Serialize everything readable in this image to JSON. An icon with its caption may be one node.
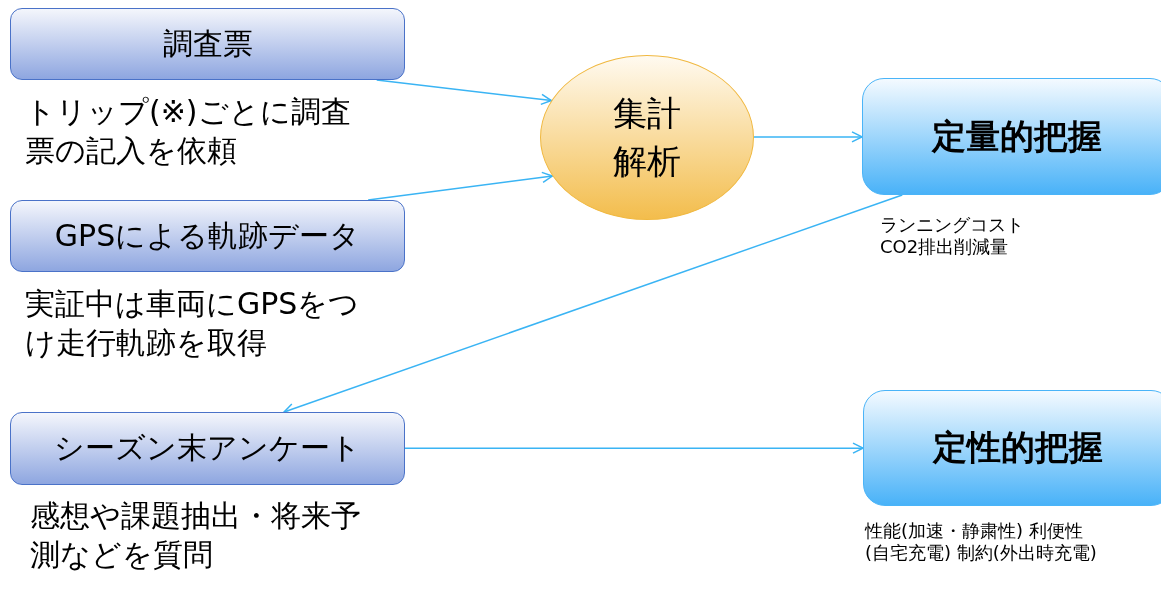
{
  "diagram": {
    "nodes": [
      {
        "text": [
          "調査票"
        ],
        "beside": [
          "トリップ(※)ごとに調査票の記入を依頼"
        ]
      },
      {
        "text": [
          "GPSによる軌跡データ"
        ],
        "beside": [
          "実証中は車両にGPSをつけ走行軌跡を取得"
        ]
      },
      {
        "text": [
          "シーズン末アンケート"
        ],
        "beside": [
          "感想や課題抽出・将来予測などを質問"
        ]
      },
      {
        "text": [
          "集計解析"
        ]
      },
      {
        "text": [
          "定量的把握"
        ],
        "beside": [
          "ランニングコスト CO2排出削減量"
        ]
      },
      {
        "text": [
          "定性的把握"
        ],
        "beside": [
          "性能(加速・静粛性) 利便性(自宅充電) 制約(外出時充電)"
        ]
      }
    ],
    "edges": [
      {
        "from": 0,
        "to": 3,
        "arrow": "to"
      },
      {
        "from": 1,
        "to": 3,
        "arrow": "to"
      },
      {
        "from": 3,
        "to": 4,
        "arrow": "to"
      },
      {
        "from": 4,
        "to": 2,
        "arrow": "to"
      },
      {
        "from": 2,
        "to": 5,
        "arrow": "to"
      }
    ]
  }
}
